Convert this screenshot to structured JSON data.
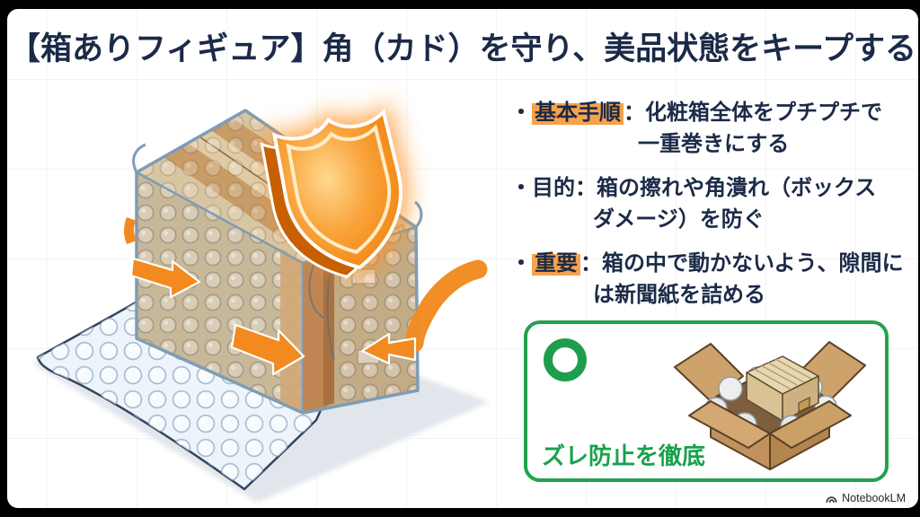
{
  "slide": {
    "title": "【箱ありフィギュア】角（カド）を守り、美品状態をキープする",
    "bullets": [
      {
        "marker": "・",
        "label": "基本手順",
        "colon": "：",
        "line1": "化粧箱全体をプチプチで",
        "line2": "一重巻きにする",
        "highlighted": true
      },
      {
        "marker": "・",
        "label": "目的",
        "colon": "：",
        "line1": "箱の擦れや角潰れ（ボックス",
        "line2": "ダメージ）を防ぐ",
        "highlighted": false
      },
      {
        "marker": "・",
        "label": "重要",
        "colon": "：",
        "line1": "箱の中で動かないよう、隙間に",
        "line2": "は新聞紙を詰める",
        "highlighted": true
      }
    ],
    "good_example": {
      "mark_icon": "ok-circle-icon",
      "caption": "ズレ防止を徹底"
    },
    "illustration": {
      "subject": "cardboard-box-wrapped-in-bubble-wrap-with-shield-and-arrows"
    },
    "footer": {
      "brand": "NotebookLM"
    },
    "colors": {
      "navy": "#1b2a47",
      "accent_orange": "#f28a1f",
      "highlight_orange": "#f6a24b",
      "green": "#1e9e4c",
      "cardboard": "#c89c67"
    }
  }
}
